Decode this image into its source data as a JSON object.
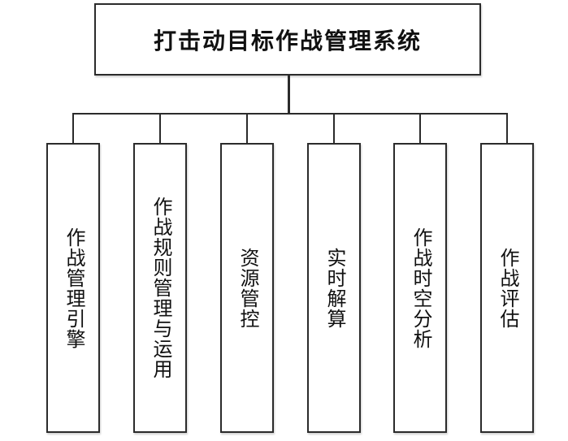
{
  "title_box": {
    "label": "打击动目标作战管理系统"
  },
  "modules": [
    {
      "label": "作战管理引擎"
    },
    {
      "label": "作战规则管理与运用"
    },
    {
      "label": "资源管控"
    },
    {
      "label": "实时解算"
    },
    {
      "label": "作战时空分析"
    },
    {
      "label": "作战评估"
    }
  ],
  "colors": {
    "line": "#2b2b2b",
    "box_border": "#2b2b2b",
    "box_fill": "#ffffff",
    "background": "#ffffff",
    "text": "#111111"
  }
}
